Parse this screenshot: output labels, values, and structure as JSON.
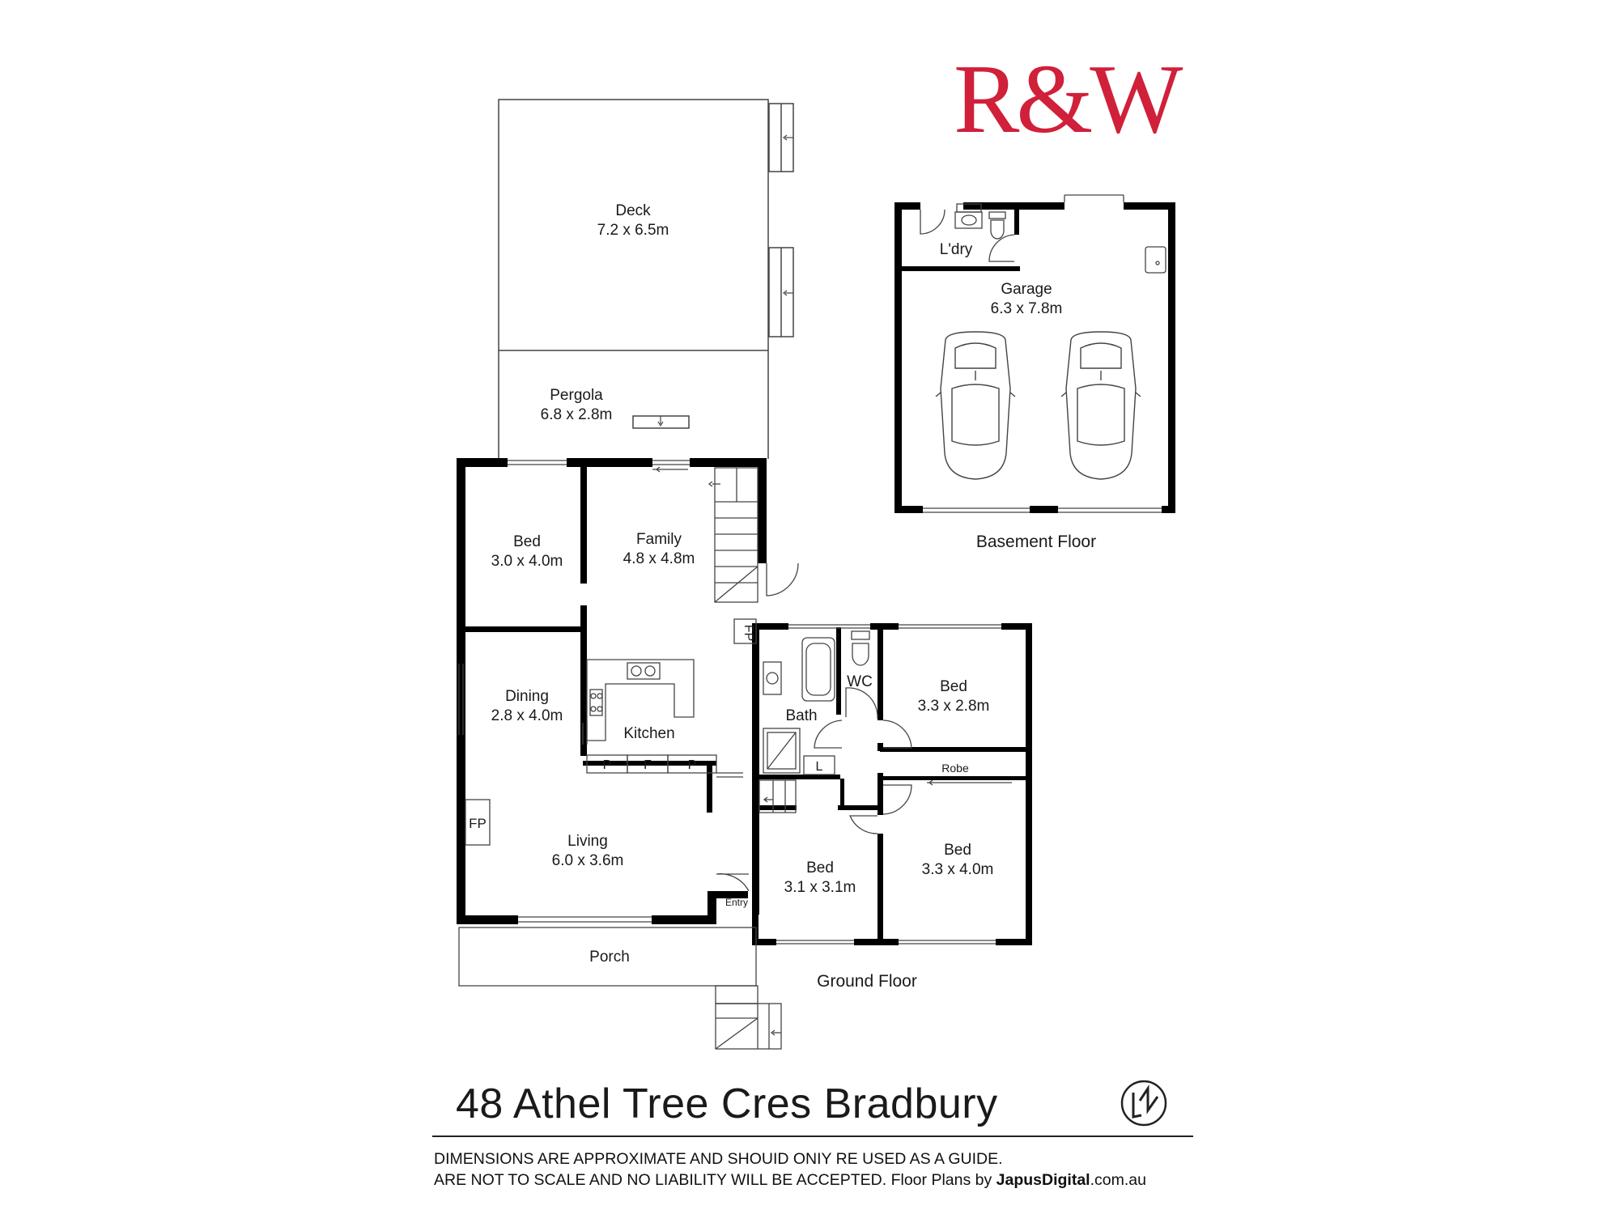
{
  "logo": {
    "text": "R&W",
    "color": "#d0203a"
  },
  "floors": {
    "ground": {
      "label": "Ground Floor",
      "rooms": {
        "deck": {
          "name": "Deck",
          "size": "7.2 x 6.5m"
        },
        "pergola": {
          "name": "Pergola",
          "size": "6.8 x 2.8m"
        },
        "bed_nw": {
          "name": "Bed",
          "size": "3.0 x 4.0m"
        },
        "family": {
          "name": "Family",
          "size": "4.8 x 4.8m"
        },
        "dining": {
          "name": "Dining",
          "size": "2.8 x 4.0m"
        },
        "kitchen": {
          "name": "Kitchen"
        },
        "living": {
          "name": "Living",
          "size": "6.0 x 3.6m"
        },
        "porch": {
          "name": "Porch"
        },
        "entry": {
          "name": "Entry"
        },
        "bath": {
          "name": "Bath"
        },
        "wc": {
          "name": "WC"
        },
        "bed_ne": {
          "name": "Bed",
          "size": "3.3 x 2.8m"
        },
        "bed_s": {
          "name": "Bed",
          "size": "3.1 x 3.1m"
        },
        "bed_se": {
          "name": "Bed",
          "size": "3.3 x 4.0m"
        },
        "robe": {
          "name": "Robe"
        }
      },
      "fixtures": {
        "fp": "FP",
        "pantry": "P",
        "fridge": "F",
        "linen": "L"
      }
    },
    "basement": {
      "label": "Basement Floor",
      "rooms": {
        "laundry": {
          "name": "L'dry"
        },
        "garage": {
          "name": "Garage",
          "size": "6.3 x 7.8m"
        }
      }
    }
  },
  "address": "48 Athel Tree Cres Bradbury",
  "disclaimer": {
    "line1": "DIMENSIONS ARE APPROXIMATE AND SHOUID ONIY RE USED AS A GUIDE.",
    "line2": "ARE NOT TO SCALE AND NO LIABILITY WILL BE ACCEPTED. Floor Plans by ",
    "brand": "JapusDigital",
    "domain": ".com.au"
  },
  "colors": {
    "wall": "#000000",
    "line": "#444444"
  }
}
